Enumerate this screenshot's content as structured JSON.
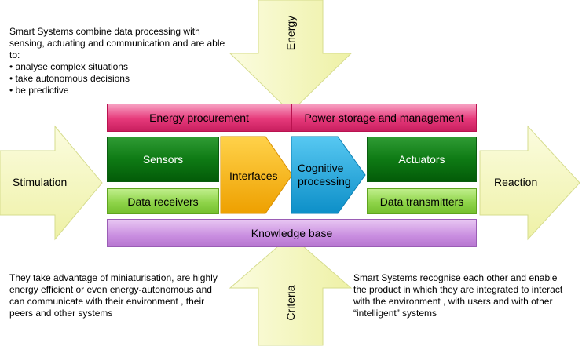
{
  "arrows": {
    "energy": "Energy",
    "criteria": "Criteria",
    "stimulation": "Stimulation",
    "reaction": "Reaction"
  },
  "blocks": {
    "energy_procurement": "Energy procurement",
    "power_storage": "Power storage and management",
    "sensors": "Sensors",
    "data_receivers": "Data receivers",
    "interfaces": "Interfaces",
    "cognitive_line1": "Cognitive",
    "cognitive_line2": "processing",
    "actuators": "Actuators",
    "data_transmitters": "Data  transmitters",
    "knowledge_base": "Knowledge base"
  },
  "notes": {
    "top_left_intro": "Smart Systems combine data processing with sensing, actuating and communication and are able to:",
    "top_left_bullets": [
      "analyse complex situations",
      "take autonomous decisions",
      "be predictive"
    ],
    "bottom_left": "They take advantage of miniaturisation, are highly energy efficient or even energy-autonomous and can communicate with their environment , their peers and other systems",
    "bottom_right": "Smart Systems recognise each other and enable the product in which they are integrated to interact with the environment , with  users and with other “intelligent” systems"
  },
  "colors": {
    "arrow_fill": "#f4f6c0",
    "arrow_stroke": "#d6dc8e",
    "pink": "#e6397a",
    "dark_green": "#0e7a14",
    "light_green": "#8fd44a",
    "orange": "#f5b21b",
    "blue": "#1fa8dc",
    "lavender": "#c98ee0"
  }
}
